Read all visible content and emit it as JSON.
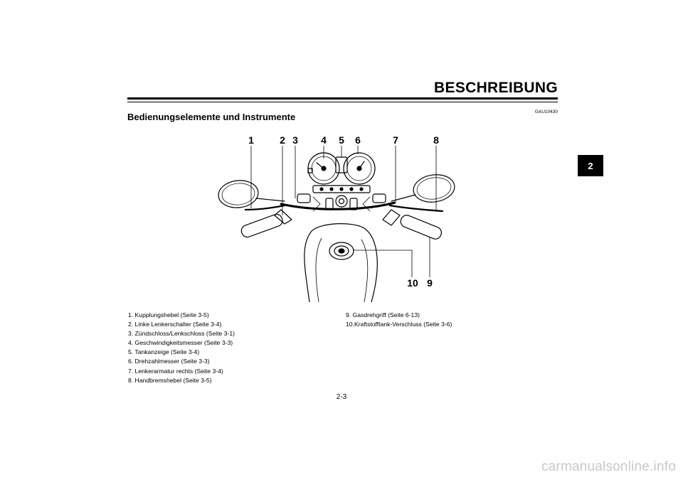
{
  "header": {
    "title": "BESCHREIBUNG"
  },
  "section": {
    "title": "Bedienungselemente und Instrumente",
    "code": "GAU10430"
  },
  "chapter_tab": "2",
  "callouts": [
    "1",
    "2",
    "3",
    "4",
    "5",
    "6",
    "7",
    "8",
    "9",
    "10"
  ],
  "parts_left": [
    "1. Kupplungshebel (Seite 3-5)",
    "2. Linke Lenkerschalter (Seite 3-4)",
    "3. Zündschloss/Lenkschloss (Seite 3-1)",
    "4. Geschwindigkeitsmesser (Seite 3-3)",
    "5. Tankanzeige (Seite 3-4)",
    "6. Drehzahlmesser (Seite 3-3)",
    "7. Lenkerarmatur rechts (Seite 3-4)",
    "8. Handbremshebel (Seite 3-5)"
  ],
  "parts_right": [
    "9. Gasdrehgriff (Seite 6-13)",
    "10.Kraftstofftank-Verschluss (Seite 3-6)"
  ],
  "page_number": "2-3",
  "watermark": "carmanualsonline.info"
}
